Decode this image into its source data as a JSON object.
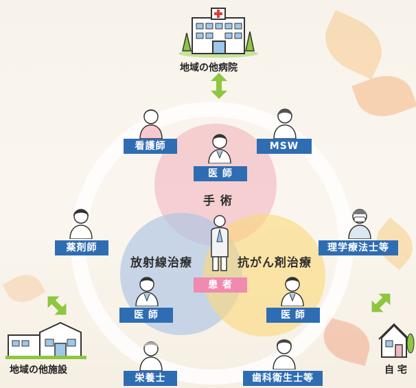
{
  "diagram": {
    "places": {
      "other_hospitals": "地域の他病院",
      "other_facilities": "地域の他施設",
      "home": "自 宅"
    },
    "treatments": {
      "surgery": "手 術",
      "radiation": "放射線治療",
      "chemotherapy": "抗がん剤治療"
    },
    "roles": {
      "nurse": "看護師",
      "msw": "MSW",
      "doctor_surgery": "医 師",
      "pharmacist": "薬剤師",
      "physical_therapist": "理学療法士等",
      "patient": "患 者",
      "doctor_radiation": "医 師",
      "doctor_chemo": "医 師",
      "dietitian": "栄養士",
      "dental_hygienist": "歯科衛生士等"
    },
    "colors": {
      "role_tag": "#2f6db3",
      "patient_tag": "#ef8ab1",
      "arrow": "#8dc63f",
      "surgery_circle": "#f2b7be",
      "radiation_circle": "#b0c6e4",
      "chemo_circle": "#fad87b"
    }
  }
}
